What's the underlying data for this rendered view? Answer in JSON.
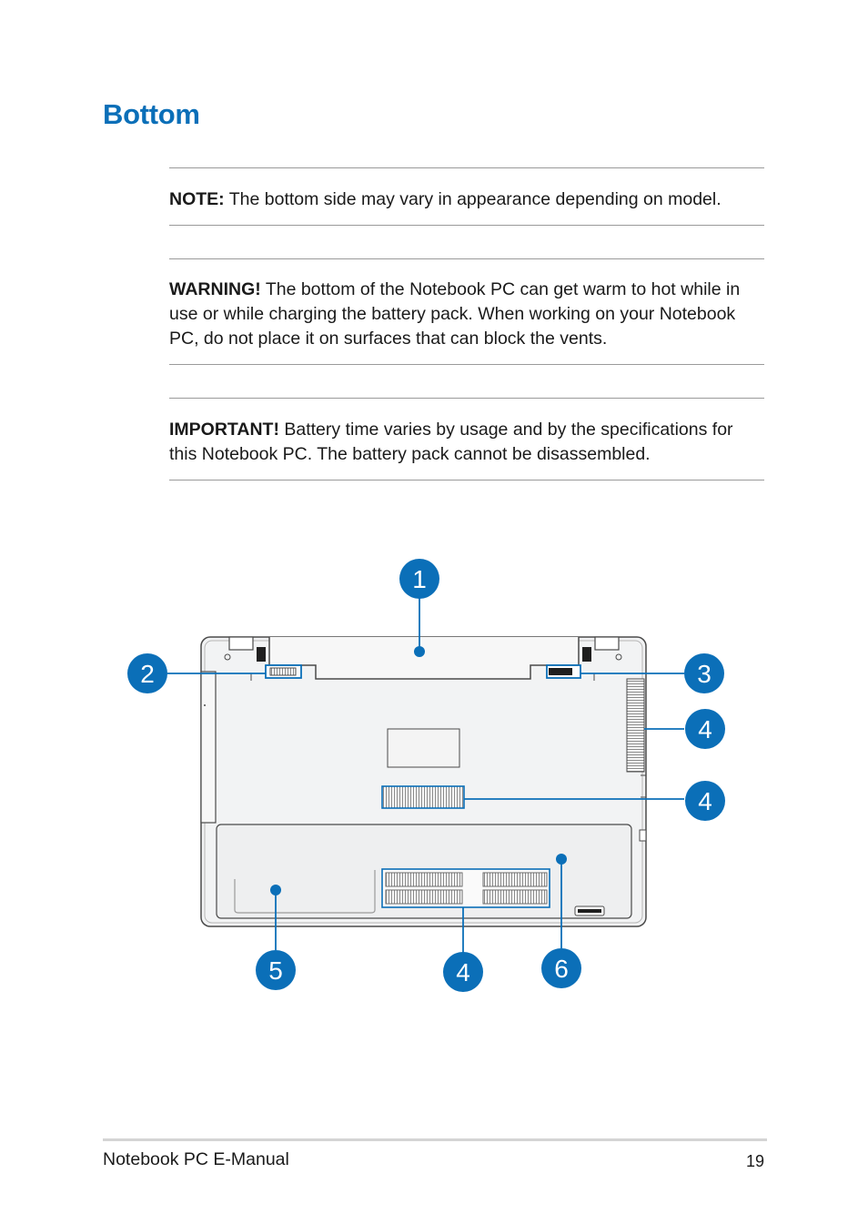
{
  "page": {
    "title": "Bottom",
    "note": {
      "lead": "NOTE:",
      "text": " The bottom side may vary in appearance depending on model."
    },
    "warning": {
      "lead": "WARNING!",
      "text": " The bottom of the Notebook PC can get warm to hot while in use or while charging the battery pack. When working on your Notebook PC, do not place it on surfaces that can block the vents."
    },
    "important": {
      "lead": "IMPORTANT!",
      "text": " Battery time varies by usage and by the specifications for this Notebook PC. The battery pack cannot be disassembled."
    },
    "footer": {
      "manual_title": "Notebook PC E-Manual",
      "page_number": "19"
    }
  },
  "diagram": {
    "callouts": [
      "1",
      "2",
      "3",
      "4",
      "4",
      "5",
      "4",
      "6"
    ],
    "accent_color": "#0b6fb8"
  }
}
